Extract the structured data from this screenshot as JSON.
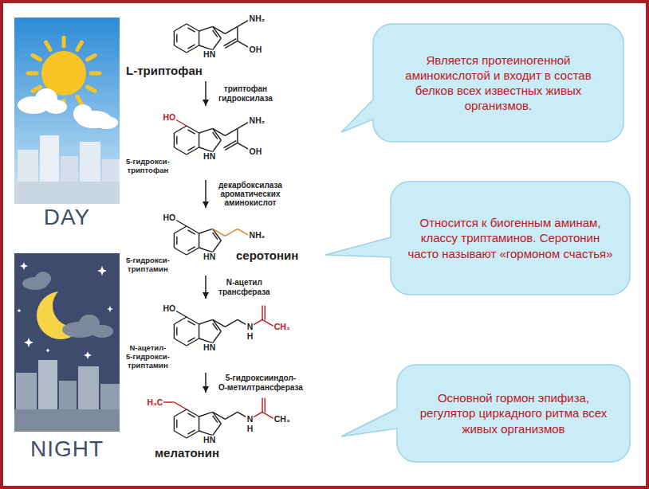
{
  "diagram": {
    "nodes": [
      {
        "text": [
          "L-триптофан",
          "NH₂",
          "OH",
          "HN"
        ]
      },
      {
        "text": [
          "HO",
          "NH₂",
          "OH",
          "HN",
          "5-гидрокси- триптофан"
        ]
      },
      {
        "text": [
          "HO",
          "NH₂",
          "HN",
          "5-гидрокси- триптамин",
          "серотонин"
        ]
      },
      {
        "text": [
          "HO",
          "N",
          "H",
          "CH₃",
          "HN",
          "N-ацетил- 5-гидрокси- триптамин"
        ]
      },
      {
        "text": [
          "H₃C",
          "N",
          "H",
          "CH₃",
          "HN",
          "мелатонин"
        ]
      },
      {
        "text": [
          "Является протеиногенной аминокислотой и входит в состав белков всех известных живых организмов."
        ]
      },
      {
        "text": [
          "Относится к биогенным аминам, классу триптаминов. Серотонин часто называют «гормоном счастья»"
        ]
      },
      {
        "text": [
          "Основной гормон эпифиза, регулятор циркадного ритма всех живых организмов"
        ]
      }
    ],
    "edges": [
      {
        "from": 0,
        "to": 1,
        "arrow": "to",
        "label": "триптофан гидроксилаза"
      },
      {
        "from": 1,
        "to": 2,
        "arrow": "to",
        "label": "декарбоксилаза ароматических аминокислот"
      },
      {
        "from": 2,
        "to": 3,
        "arrow": "to",
        "label": "N-ацетил трансфераза"
      },
      {
        "from": 3,
        "to": 4,
        "arrow": "to",
        "label": "5-гидроксииндол- O-метилтрансфераза"
      }
    ],
    "labels": [
      "DAY",
      "NIGHT"
    ]
  }
}
